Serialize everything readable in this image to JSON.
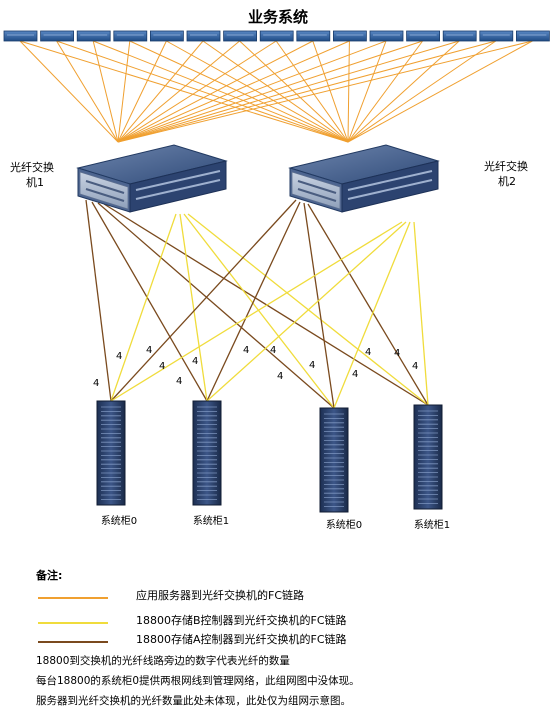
{
  "title": "业务系统",
  "switches": [
    {
      "label_line1": "光纤交换",
      "label_line2": "机1"
    },
    {
      "label_line1": "光纤交换",
      "label_line2": "机2"
    }
  ],
  "cabinets": [
    {
      "label": "系统柜0"
    },
    {
      "label": "系统柜1"
    },
    {
      "label": "系统柜0"
    },
    {
      "label": "系统柜1"
    }
  ],
  "link_count_label": "4",
  "colors": {
    "server_link": "#f0a030",
    "storage_b_link": "#f0dc3c",
    "storage_a_link": "#7a4a1e",
    "server_blue": "#2e5f9e"
  },
  "notes": {
    "title": "备注:",
    "legend": [
      {
        "color": "#f0a030",
        "text": "应用服务器到光纤交换机的FC链路"
      },
      {
        "color": "#f0dc3c",
        "text": "18800存储B控制器到光纤交换机的FC链路"
      },
      {
        "color": "#7a4a1e",
        "text": "18800存储A控制器到光纤交换机的FC链路"
      }
    ],
    "lines": [
      "18800到交换机的光纤线路旁边的数字代表光纤的数量",
      "每台18800的系统柜0提供两根网线到管理网络，此组网图中没体现。",
      "服务器到光纤交换机的光纤数量此处未体现，此处仅为组网示意图。"
    ]
  }
}
